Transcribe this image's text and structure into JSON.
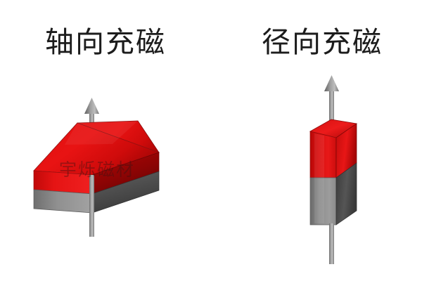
{
  "figure": {
    "background_color": "#ffffff",
    "title_color": "#1c1c1c",
    "watermark": "宇烁磁材"
  },
  "panels": [
    {
      "id": "axial",
      "title": "轴向充磁",
      "magnet": {
        "shape": "flat-rectangular-slab-isometric",
        "north_pole_color": "#dd0d0d",
        "south_pole_color": "#7a7a7a",
        "arrow": {
          "direction": "up",
          "color": "#8c8c8c",
          "passes_through_body": true
        }
      }
    },
    {
      "id": "radial",
      "title": "径向充磁",
      "magnet": {
        "shape": "tall-rectangular-bar-isometric",
        "north_pole_color": "#dd0d0d",
        "south_pole_color": "#7a7a7a",
        "arrow": {
          "direction": "up",
          "color": "#8c8c8c",
          "passes_through_body": true
        }
      }
    }
  ],
  "colors": {
    "red_top_light": "#e81414",
    "red_top_dark": "#b80707",
    "red_side_light": "#ee1a1a",
    "red_side_dark": "#a00505",
    "gray_light": "#9a9a9a",
    "gray_mid": "#777777",
    "gray_dark": "#404040",
    "arrow_light": "#b4b4b4",
    "arrow_dark": "#6b6b6b",
    "outline": "#5a5a5a"
  }
}
